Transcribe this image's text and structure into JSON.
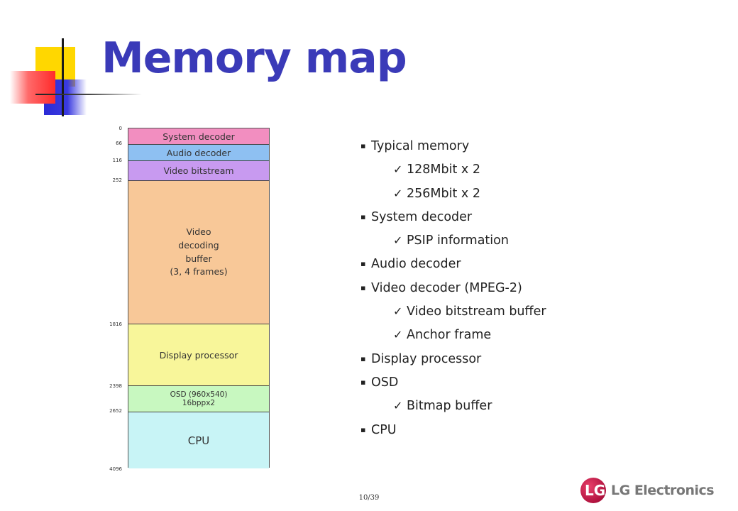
{
  "slide": {
    "title": "Memory map",
    "page_number": "10/39"
  },
  "memory_map": {
    "regions": [
      {
        "label": "System decoder",
        "color": "#f28ec0"
      },
      {
        "label": "Audio decoder",
        "color": "#8ec0f2"
      },
      {
        "label": "Video bitstream",
        "color": "#c89af0"
      },
      {
        "label": "Video\ndecoding\nbuffer\n(3, 4 frames)",
        "color": "#f8c898"
      },
      {
        "label": "Display processor",
        "color": "#f8f69a"
      },
      {
        "label": "OSD (960x540)\n16bppx2",
        "color": "#c8f8c0"
      },
      {
        "label": "CPU",
        "color": "#c8f4f6"
      }
    ],
    "addresses": [
      "0",
      "66",
      "116",
      "252",
      "1816",
      "2398",
      "2652",
      "4096"
    ]
  },
  "bullets": [
    {
      "level": 1,
      "text": "Typical memory"
    },
    {
      "level": 2,
      "text": "128Mbit x 2"
    },
    {
      "level": 2,
      "text": "256Mbit x 2"
    },
    {
      "level": 1,
      "text": "System decoder"
    },
    {
      "level": 2,
      "text": "PSIP information"
    },
    {
      "level": 1,
      "text": "Audio decoder"
    },
    {
      "level": 1,
      "text": "Video decoder (MPEG-2)"
    },
    {
      "level": 2,
      "text": "Video bitstream buffer"
    },
    {
      "level": 2,
      "text": "Anchor frame"
    },
    {
      "level": 1,
      "text": "Display processor"
    },
    {
      "level": 1,
      "text": "OSD"
    },
    {
      "level": 2,
      "text": "Bitmap buffer"
    },
    {
      "level": 1,
      "text": "CPU"
    }
  ],
  "markers": {
    "level1": "▪",
    "level2": "✓"
  },
  "logo": {
    "mark": "LG",
    "wordmark": "LG Electronics",
    "brand_color": "#b0123e"
  }
}
